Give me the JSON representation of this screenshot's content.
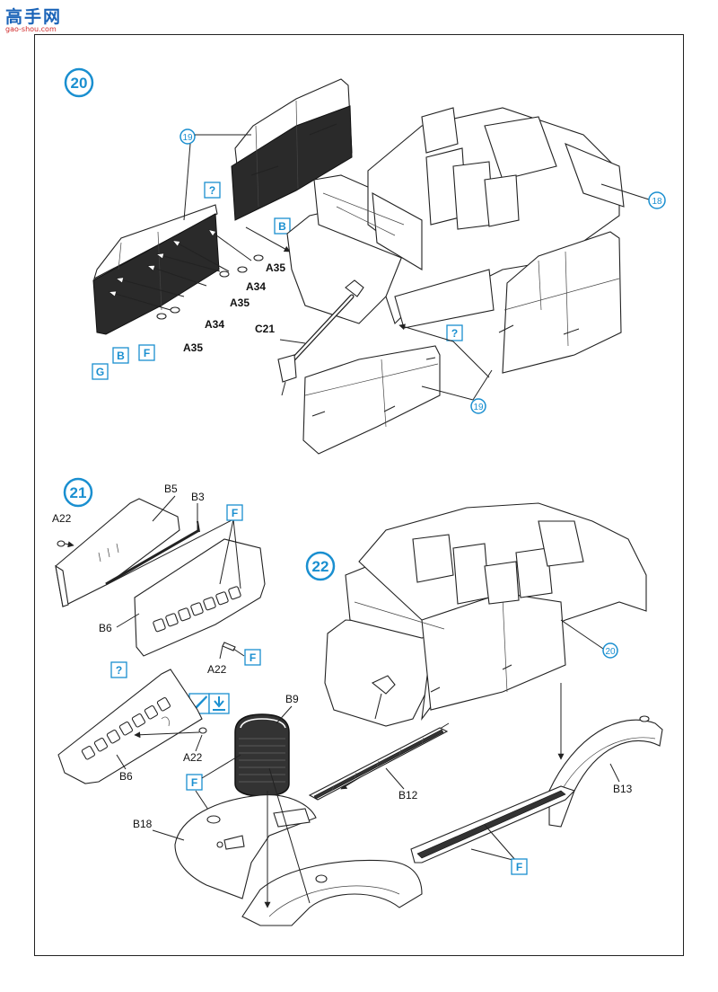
{
  "watermark": {
    "name": "高手网",
    "url": "gao-shou.com"
  },
  "steps": {
    "s20": "20",
    "s21": "21",
    "s22": "22"
  },
  "callouts": {
    "c19a": "19",
    "c19b": "19",
    "c18": "18",
    "c20": "20"
  },
  "boxes": {
    "q1": "?",
    "q2": "?",
    "q3": "?",
    "b1": "B",
    "b2": "B",
    "g1": "G",
    "f1": "F",
    "f2": "F",
    "f3": "F",
    "f4": "F",
    "f5": "F"
  },
  "labels": {
    "a35_1": "A35",
    "a34_1": "A34",
    "a35_2": "A35",
    "a34_2": "A34",
    "a35_3": "A35",
    "c21": "C21",
    "b5": "B5",
    "b3": "B3",
    "a22_1": "A22",
    "b6_1": "B6",
    "a22_2": "A22",
    "a22_3": "A22",
    "b6_2": "B6",
    "b9": "B9",
    "b12": "B12",
    "b13": "B13",
    "b18": "B18"
  }
}
